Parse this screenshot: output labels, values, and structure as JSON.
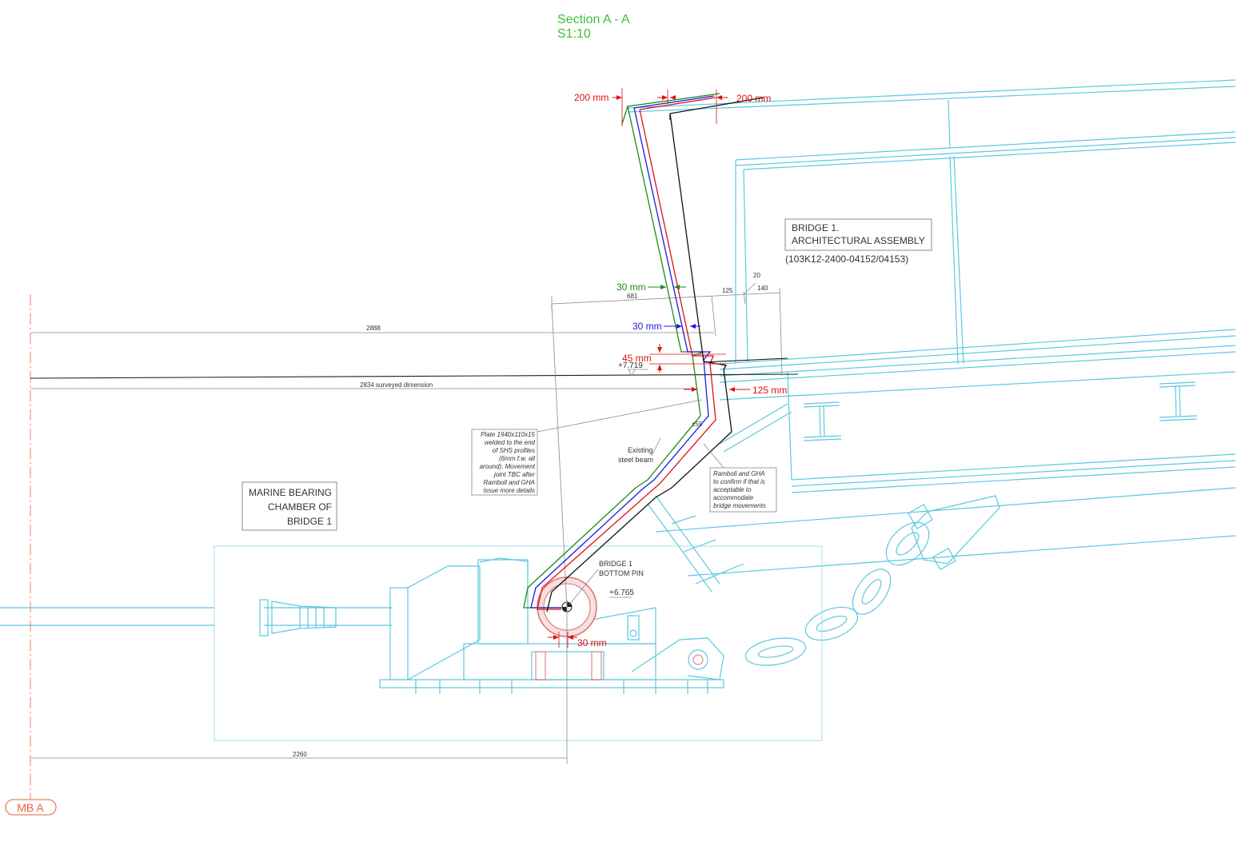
{
  "title": {
    "line1": "Section A - A",
    "line2": "S1:10"
  },
  "boxes": {
    "bridge_assembly": {
      "line1": "BRIDGE 1.",
      "line2": "ARCHITECTURAL ASSEMBLY",
      "ref": "(103K12-2400-04152/04153)"
    },
    "marine_chamber": {
      "line1": "MARINE BEARING",
      "line2": "CHAMBER OF",
      "line3": "BRIDGE 1"
    }
  },
  "dimensions": {
    "d2888": "2888",
    "d2834": "2834 surveyed dimension",
    "d2260": "2260",
    "d681": "681",
    "d125": "125",
    "d20": "20",
    "d140": "140",
    "elev_7719": "+7.719",
    "elev_6765": "+6.765",
    "pm55": "±55"
  },
  "red_dims": {
    "top_left": "200 mm",
    "top_right": "200 mm",
    "d45": "45 mm",
    "d125": "125 mm",
    "bottom30": "30 mm"
  },
  "green_dims": {
    "d30": "30 mm"
  },
  "blue_dims": {
    "d30": "30 mm"
  },
  "labels": {
    "existing_beam_1": "Existing",
    "existing_beam_2": "steel beam",
    "bottom_pin_1": "BRIDGE 1",
    "bottom_pin_2": "BOTTOM PIN",
    "mb_a": "MB A"
  },
  "notes": {
    "plate": [
      "Plate 1940x110x15",
      "welded to the end",
      "of SHS profiles",
      "(6mm f.w. all",
      "around). Movement",
      "joint TBC after",
      "Ramboll and GHA",
      "issue more details"
    ],
    "ramboll": [
      "Ramboll and GHA",
      "to confirm if that is",
      "acceptable to",
      "accommodate",
      "bridge movements"
    ]
  },
  "colors": {
    "green": "#1a8a1a",
    "red": "#e01010",
    "blue": "#1a1ae0",
    "black": "#111111",
    "cyan": "#5bc8e0",
    "title": "#3cc23c",
    "mb": "#e8603c"
  }
}
